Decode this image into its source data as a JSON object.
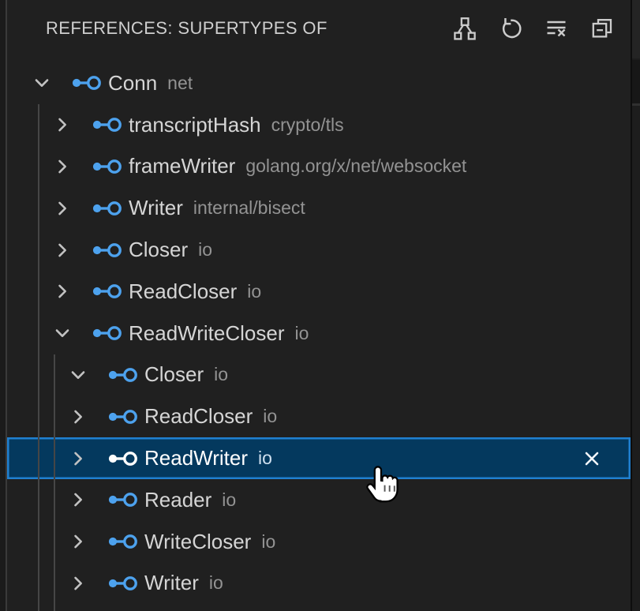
{
  "panel": {
    "title": "REFERENCES: SUPERTYPES OF",
    "toolbar_icons": [
      {
        "name": "type-hierarchy-icon"
      },
      {
        "name": "refresh-icon"
      },
      {
        "name": "clear-all-icon"
      },
      {
        "name": "collapse-all-icon"
      }
    ]
  },
  "tree": {
    "symbol_icon": "interface-icon",
    "rows": [
      {
        "label": "Conn",
        "description": "net",
        "level": 0,
        "expanded": true,
        "selected": false,
        "close_icon": false
      },
      {
        "label": "transcriptHash",
        "description": "crypto/tls",
        "level": 1,
        "expanded": false,
        "selected": false,
        "close_icon": false
      },
      {
        "label": "frameWriter",
        "description": "golang.org/x/net/websocket",
        "level": 1,
        "expanded": false,
        "selected": false,
        "close_icon": false
      },
      {
        "label": "Writer",
        "description": "internal/bisect",
        "level": 1,
        "expanded": false,
        "selected": false,
        "close_icon": false
      },
      {
        "label": "Closer",
        "description": "io",
        "level": 1,
        "expanded": false,
        "selected": false,
        "close_icon": false
      },
      {
        "label": "ReadCloser",
        "description": "io",
        "level": 1,
        "expanded": false,
        "selected": false,
        "close_icon": false
      },
      {
        "label": "ReadWriteCloser",
        "description": "io",
        "level": 1,
        "expanded": true,
        "selected": false,
        "close_icon": false
      },
      {
        "label": "Closer",
        "description": "io",
        "level": 2,
        "expanded": true,
        "selected": false,
        "close_icon": false
      },
      {
        "label": "ReadCloser",
        "description": "io",
        "level": 2,
        "expanded": false,
        "selected": false,
        "close_icon": false
      },
      {
        "label": "ReadWriter",
        "description": "io",
        "level": 2,
        "expanded": false,
        "selected": true,
        "close_icon": true
      },
      {
        "label": "Reader",
        "description": "io",
        "level": 2,
        "expanded": false,
        "selected": false,
        "close_icon": false
      },
      {
        "label": "WriteCloser",
        "description": "io",
        "level": 2,
        "expanded": false,
        "selected": false,
        "close_icon": false
      },
      {
        "label": "Writer",
        "description": "io",
        "level": 2,
        "expanded": false,
        "selected": false,
        "close_icon": false
      }
    ]
  },
  "cursor": {
    "name": "pointer-hand-cursor"
  },
  "colors": {
    "panel_background": "#202020",
    "symbol_interface_blue": "#4da2ee",
    "selection_background": "#04395e",
    "selection_border": "#2080d0",
    "label_text": "#d5d5d5",
    "description_text": "#939393",
    "title_text": "#cfcfcf",
    "indent_guide": "#464646"
  }
}
